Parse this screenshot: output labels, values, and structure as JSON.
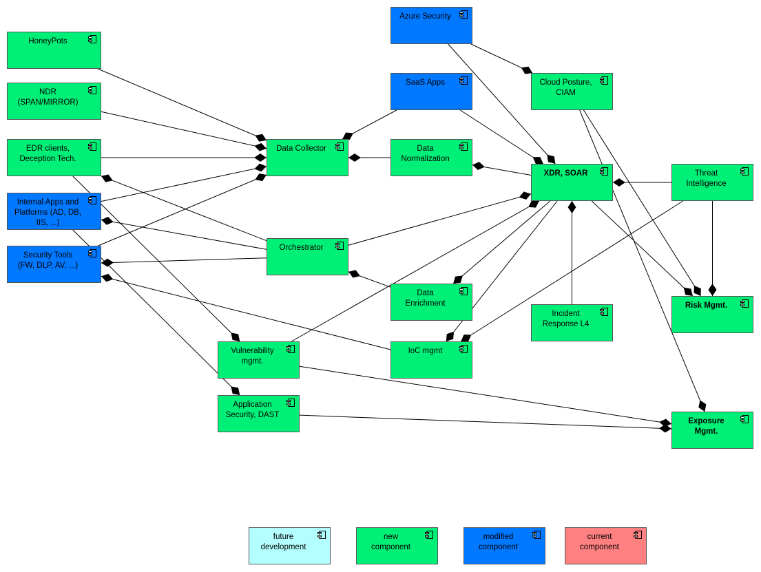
{
  "colors": {
    "future": "#B3FFFF",
    "new": "#00F077",
    "modified": "#0078FF",
    "current": "#FF8080",
    "line": "#000000"
  },
  "component_icon": "component-icon",
  "nodes": {
    "honeypots": {
      "label": "HoneyPots",
      "kind": "new"
    },
    "ndr": {
      "label": "NDR\n(SPAN/MIRROR)",
      "kind": "new"
    },
    "edr": {
      "label": "EDR clients,\nDeception Tech.",
      "kind": "new"
    },
    "internal_apps": {
      "label": "Internal Apps and\nPlatforms (AD, DB,\nIIS, ...)",
      "kind": "modified"
    },
    "security_tools": {
      "label": "Security Tools\n(FW, DLP, AV, ...)",
      "kind": "modified"
    },
    "azure_security": {
      "label": "Azure Security",
      "kind": "modified"
    },
    "saas_apps": {
      "label": "SaaS Apps",
      "kind": "modified"
    },
    "data_collector": {
      "label": "Data Collector",
      "kind": "new"
    },
    "data_normalization": {
      "label": "Data\nNormalization",
      "kind": "new"
    },
    "orchestrator": {
      "label": "Orchestrator",
      "kind": "new"
    },
    "data_enrichment": {
      "label": "Data\nEnrichment",
      "kind": "new"
    },
    "ioc_mgmt": {
      "label": "IoC  mgmt",
      "kind": "new"
    },
    "vulnerability_mgmt": {
      "label": "Vulnerability\nmgmt.",
      "kind": "new"
    },
    "application_security": {
      "label": "Application\nSecurity, DAST",
      "kind": "new"
    },
    "cloud_posture": {
      "label": "Cloud Posture,\nCIAM",
      "kind": "new"
    },
    "xdr_soar": {
      "label": "XDR, SOAR",
      "kind": "new",
      "bold": true
    },
    "incident_response": {
      "label": "Incident\nResponse L4",
      "kind": "new"
    },
    "threat_intelligence": {
      "label": "Threat\nIntelligence",
      "kind": "new"
    },
    "risk_mgmt": {
      "label": "Risk Mgmt.",
      "kind": "new",
      "bold": true
    },
    "exposure_mgmt": {
      "label": "Exposure\nMgmt.",
      "kind": "new",
      "bold": true
    }
  },
  "legend": {
    "future": {
      "label": "future\ndevelopment",
      "kind": "future"
    },
    "new": {
      "label": "new\ncomponent",
      "kind": "new"
    },
    "modified": {
      "label": "modified\ncomponent",
      "kind": "modified"
    },
    "current": {
      "label": "current\ncomponent",
      "kind": "current"
    }
  },
  "connections": [
    {
      "from": "honeypots",
      "to": "data_collector",
      "diamond": "to"
    },
    {
      "from": "ndr",
      "to": "data_collector",
      "diamond": "to"
    },
    {
      "from": "edr",
      "to": "data_collector",
      "diamond": "to"
    },
    {
      "from": "internal_apps",
      "to": "data_collector",
      "diamond": "to"
    },
    {
      "from": "security_tools",
      "to": "data_collector",
      "diamond": "to"
    },
    {
      "from": "saas_apps",
      "to": "data_collector",
      "diamond": "to"
    },
    {
      "from": "data_normalization",
      "to": "data_collector",
      "diamond": "to"
    },
    {
      "from": "xdr_soar",
      "to": "data_normalization",
      "diamond": "to"
    },
    {
      "from": "orchestrator",
      "to": "edr",
      "diamond": "to"
    },
    {
      "from": "orchestrator",
      "to": "internal_apps",
      "diamond": "to"
    },
    {
      "from": "orchestrator",
      "to": "security_tools",
      "diamond": "to"
    },
    {
      "from": "orchestrator",
      "to": "xdr_soar",
      "diamond": "to"
    },
    {
      "from": "data_enrichment",
      "to": "orchestrator",
      "diamond": "to"
    },
    {
      "from": "xdr_soar",
      "to": "data_enrichment",
      "diamond": "to"
    },
    {
      "from": "xdr_soar",
      "to": "ioc_mgmt",
      "diamond": "to"
    },
    {
      "from": "ioc_mgmt",
      "to": "security_tools",
      "diamond": "to"
    },
    {
      "from": "threat_intelligence",
      "to": "ioc_mgmt",
      "diamond": "to"
    },
    {
      "from": "edr",
      "to": "vulnerability_mgmt",
      "diamond": "to"
    },
    {
      "from": "vulnerability_mgmt",
      "to": "xdr_soar",
      "diamond": "to"
    },
    {
      "from": "vulnerability_mgmt",
      "to": "exposure_mgmt",
      "diamond": "to"
    },
    {
      "from": "internal_apps",
      "to": "application_security",
      "diamond": "to"
    },
    {
      "from": "application_security",
      "to": "exposure_mgmt",
      "diamond": "to"
    },
    {
      "from": "azure_security",
      "to": "cloud_posture",
      "diamond": "to"
    },
    {
      "from": "azure_security",
      "to": "xdr_soar",
      "diamond": "to"
    },
    {
      "from": "saas_apps",
      "to": "xdr_soar",
      "diamond": "to"
    },
    {
      "from": "incident_response",
      "to": "xdr_soar",
      "diamond": "to"
    },
    {
      "from": "threat_intelligence",
      "to": "xdr_soar",
      "diamond": "to"
    },
    {
      "from": "threat_intelligence",
      "to": "risk_mgmt",
      "diamond": "to"
    },
    {
      "from": "cloud_posture",
      "to": "risk_mgmt",
      "diamond": "to"
    },
    {
      "from": "cloud_posture",
      "to": "exposure_mgmt",
      "diamond": "to"
    },
    {
      "from": "xdr_soar",
      "to": "risk_mgmt",
      "diamond": "to"
    }
  ]
}
